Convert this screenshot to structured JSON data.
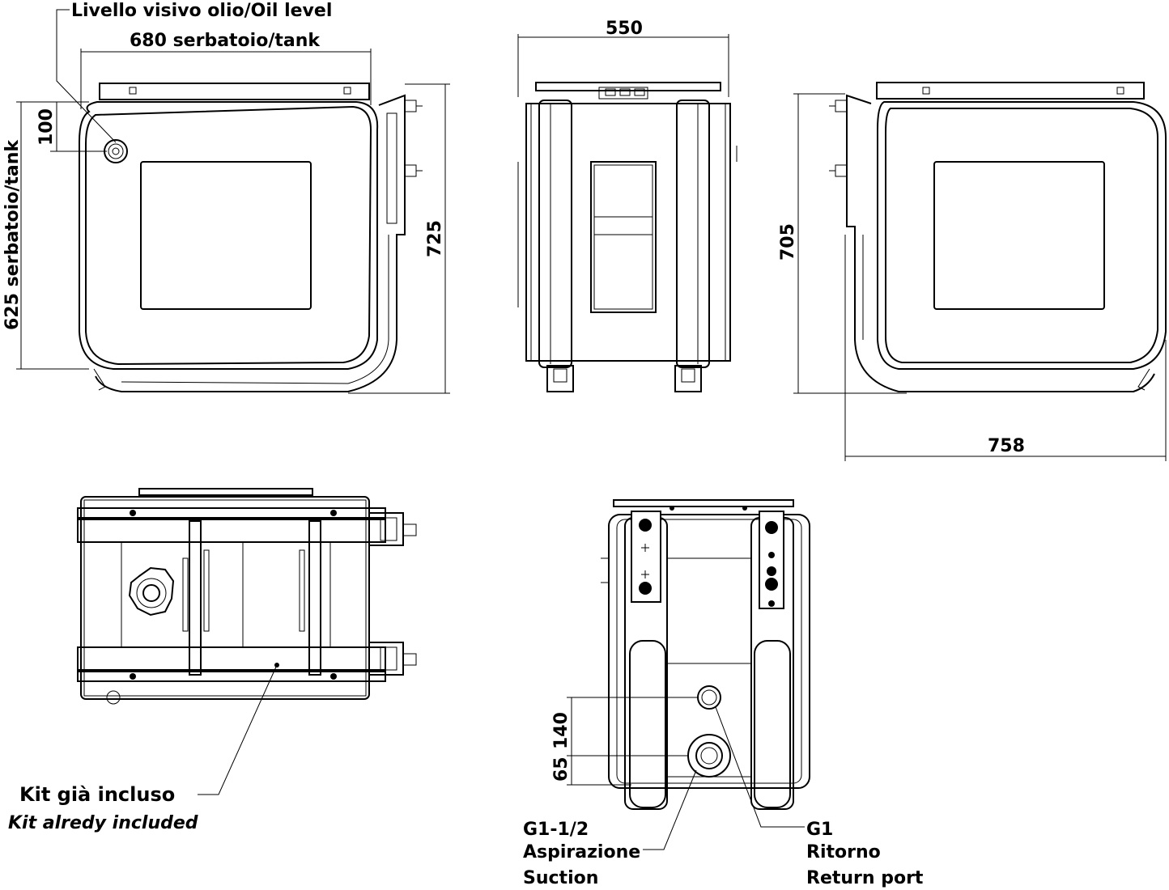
{
  "labels": {
    "oil_level": "Livello visivo olio/Oil level",
    "tank_width": "680 serbatoio/tank",
    "tank_height": "625 serbatoio/tank",
    "dim_100": "100",
    "dim_725": "725",
    "dim_550": "550",
    "dim_705": "705",
    "dim_758": "758",
    "dim_140": "140",
    "dim_65": "65",
    "kit_it": "Kit già incluso",
    "kit_en": "Kit alredy included",
    "suction_size": "G1-1/2",
    "suction_it": "Aspirazione",
    "suction_en": "Suction",
    "return_size": "G1",
    "return_it": "Ritorno",
    "return_en": "Return port"
  }
}
